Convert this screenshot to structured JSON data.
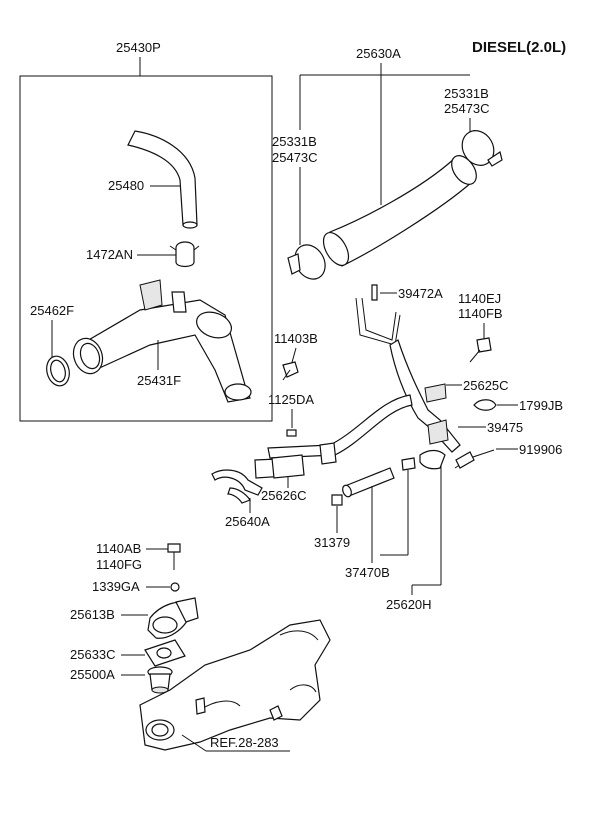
{
  "header": {
    "engine_label": "DIESEL(2.0L)"
  },
  "callouts": {
    "p25430P": "25430P",
    "p25630A": "25630A",
    "p25331B_top": "25331B",
    "p25473C_top": "25473C",
    "p25331B_left": "25331B",
    "p25473C_left": "25473C",
    "p25480": "25480",
    "p1472AN": "1472AN",
    "p25462F": "25462F",
    "p25431F": "25431F",
    "p11403B": "11403B",
    "p39472A": "39472A",
    "p1140EJ": "1140EJ",
    "p1140FB": "1140FB",
    "p25625C": "25625C",
    "p1799JB": "1799JB",
    "p1125DA": "1125DA",
    "p39475": "39475",
    "p919906": "919906",
    "p25626C": "25626C",
    "p25640A": "25640A",
    "p31379": "31379",
    "p37470B": "37470B",
    "p25620H": "25620H",
    "p1140AB": "1140AB",
    "p1140FG": "1140FG",
    "p1339GA": "1339GA",
    "p25613B": "25613B",
    "p25633C": "25633C",
    "p25500A": "25500A",
    "ref": "REF.28-283"
  }
}
